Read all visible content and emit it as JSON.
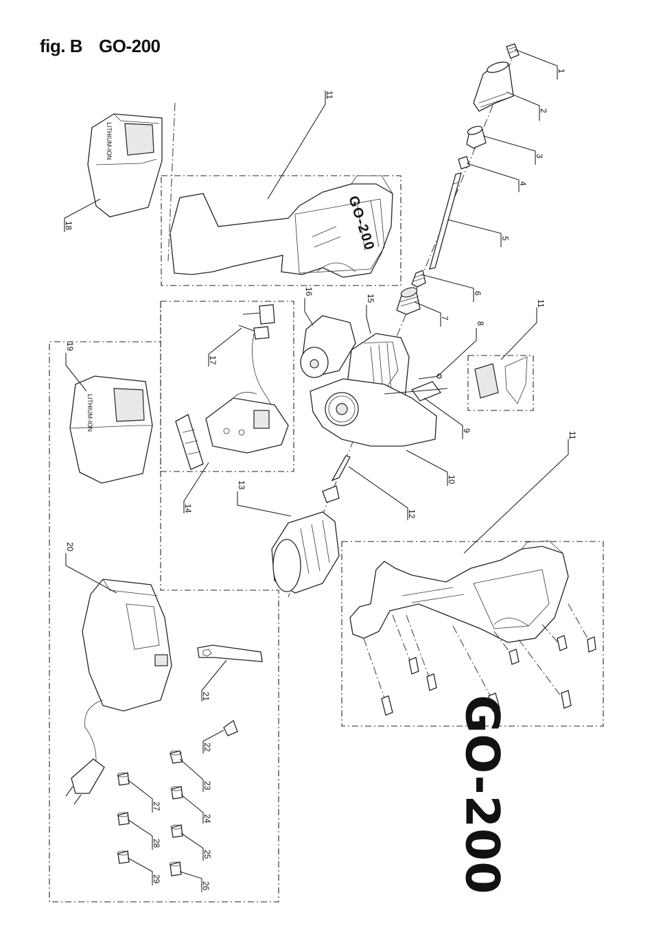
{
  "figure": {
    "label": "fig. B",
    "model": "GO-200"
  },
  "housing_text": "GO-200",
  "big_model": "GO-200",
  "battery_label": "LITHIUM-ION",
  "parts": [
    {
      "n": "1"
    },
    {
      "n": "2"
    },
    {
      "n": "3"
    },
    {
      "n": "4"
    },
    {
      "n": "5"
    },
    {
      "n": "6"
    },
    {
      "n": "7"
    },
    {
      "n": "8"
    },
    {
      "n": "9"
    },
    {
      "n": "10"
    },
    {
      "n": "11"
    },
    {
      "n": "11"
    },
    {
      "n": "11"
    },
    {
      "n": "12"
    },
    {
      "n": "13"
    },
    {
      "n": "14"
    },
    {
      "n": "15"
    },
    {
      "n": "16"
    },
    {
      "n": "17"
    },
    {
      "n": "18"
    },
    {
      "n": "19"
    },
    {
      "n": "20"
    },
    {
      "n": "21"
    },
    {
      "n": "22"
    },
    {
      "n": "23"
    },
    {
      "n": "24"
    },
    {
      "n": "25"
    },
    {
      "n": "26"
    },
    {
      "n": "27"
    },
    {
      "n": "28"
    },
    {
      "n": "29"
    }
  ]
}
